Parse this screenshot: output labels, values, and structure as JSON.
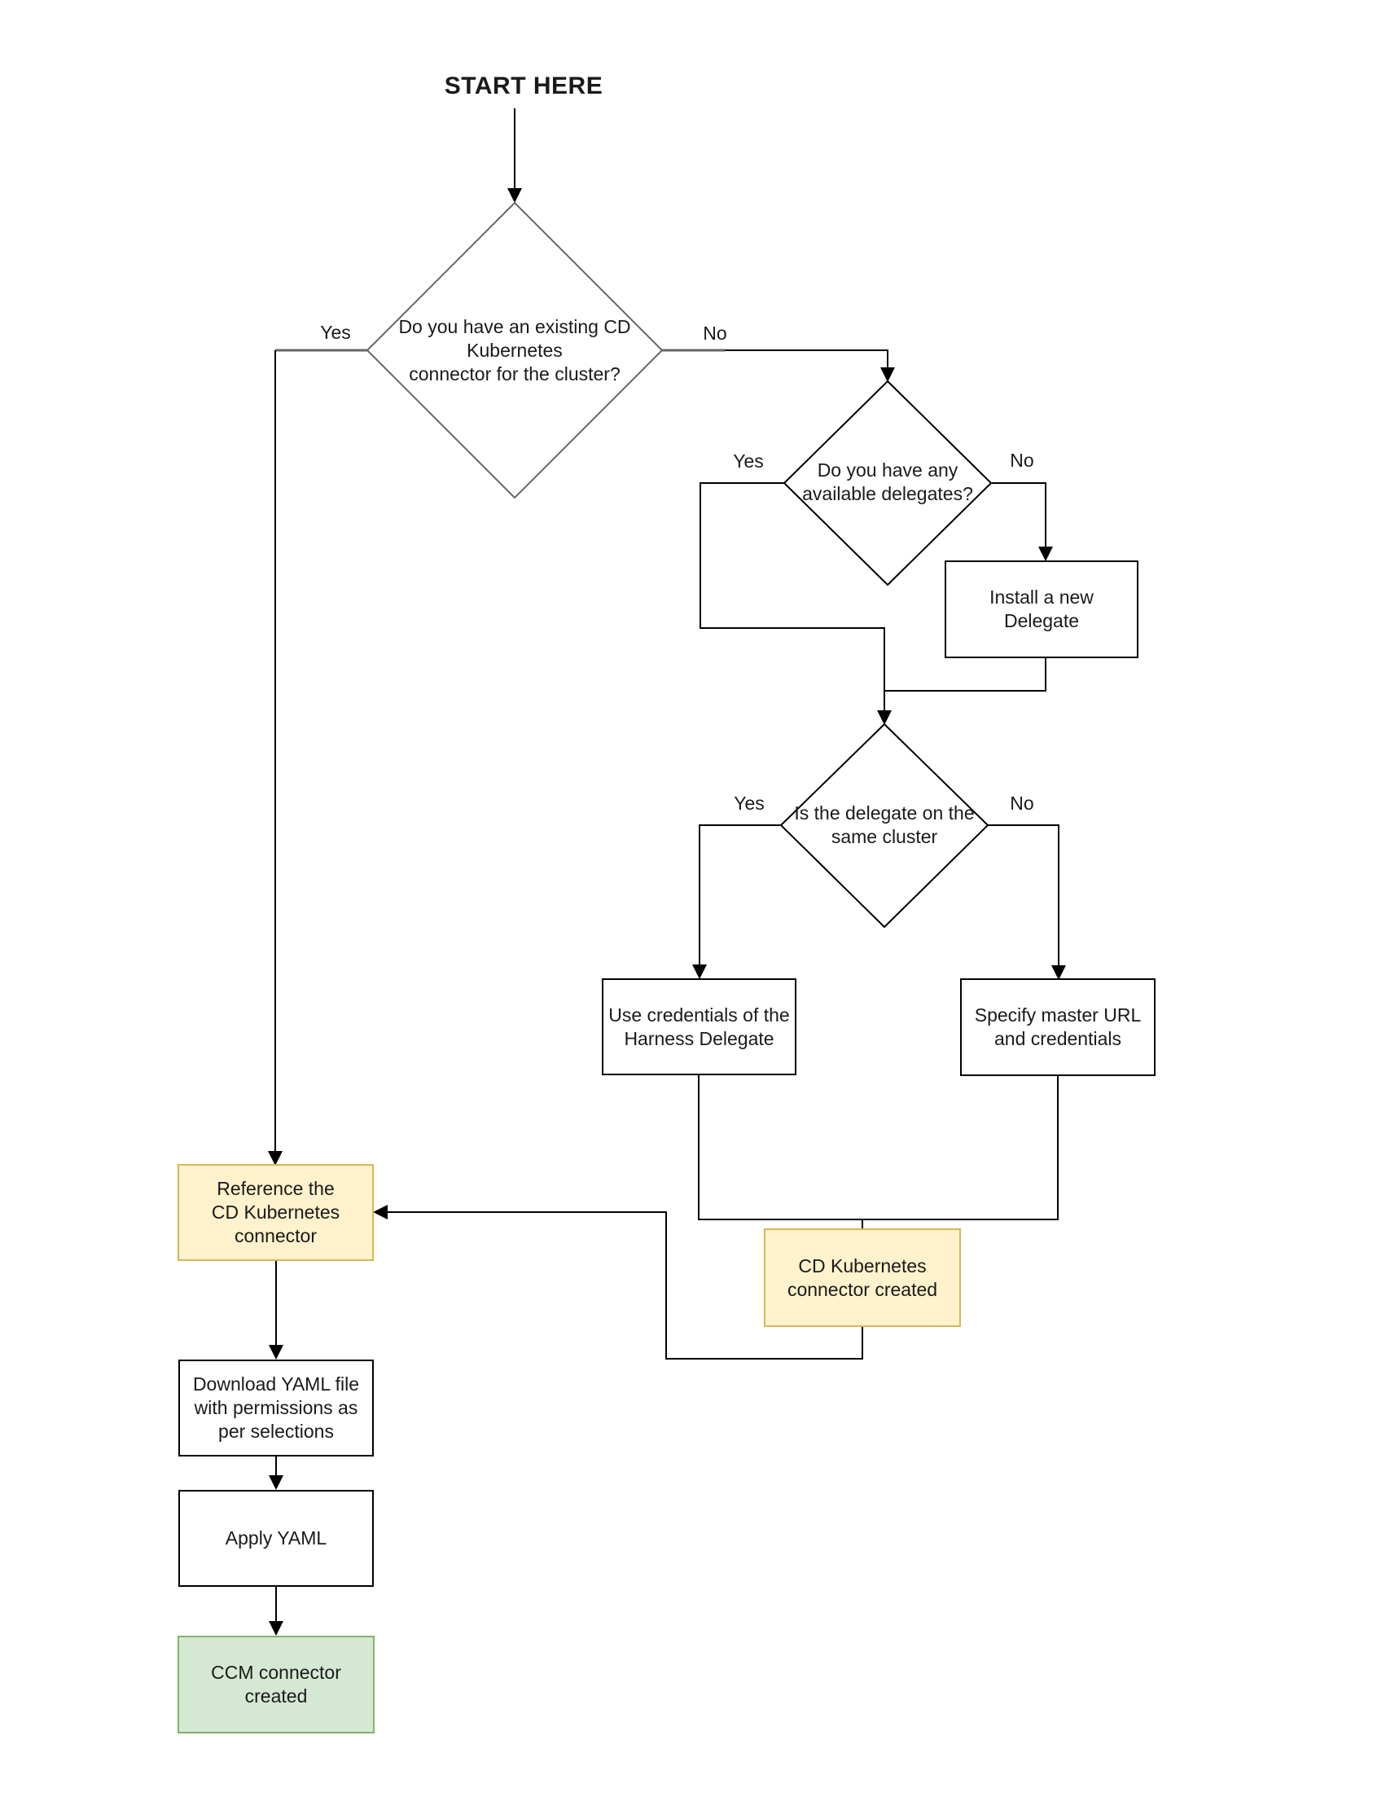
{
  "title": "START HERE",
  "edge_labels": {
    "yes": "Yes",
    "no": "No"
  },
  "nodes": {
    "decision_existing_connector": {
      "text": "Do you have an existing CD\nKubernetes\nconnector for the cluster?"
    },
    "decision_available_delegates": {
      "text": "Do you have any\navailable delegates?"
    },
    "decision_delegate_same_cluster": {
      "text": "Is the delegate on the\nsame cluster"
    },
    "install_new_delegate": {
      "text": "Install a new\nDelegate"
    },
    "use_delegate_credentials": {
      "text": "Use credentials of the\nHarness Delegate"
    },
    "specify_master_url": {
      "text": "Specify master URL\nand credentials"
    },
    "cd_connector_created": {
      "text": "CD Kubernetes\nconnector created"
    },
    "reference_cd_connector": {
      "text": "Reference the\nCD Kubernetes\nconnector"
    },
    "download_yaml": {
      "text": "Download YAML file\nwith permissions as\nper selections"
    },
    "apply_yaml": {
      "text": "Apply YAML"
    },
    "ccm_connector_created": {
      "text": "CCM connector\ncreated"
    }
  },
  "colors": {
    "lineColor": "#000000",
    "decisionStroke": "#666666",
    "boxStroke": "#000000",
    "yellowFill": "#FFF2CC",
    "yellowStroke": "#D6B656",
    "greenFill": "#D5E8D4",
    "greenStroke": "#82B366"
  }
}
